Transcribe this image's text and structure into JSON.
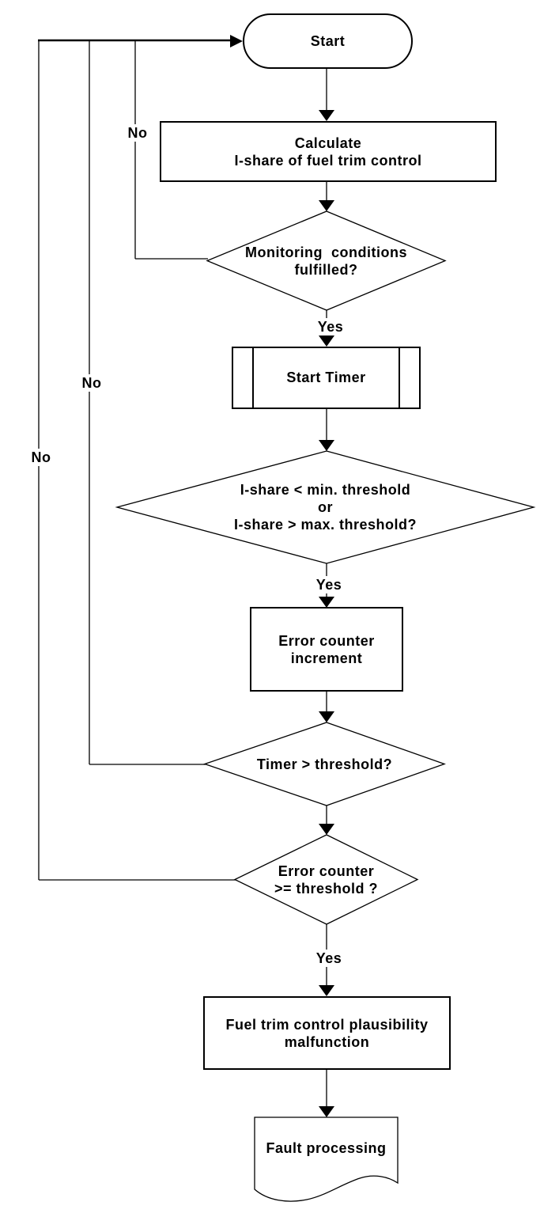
{
  "figure": {
    "type": "flowchart",
    "colors": {
      "line": "#000000",
      "background": "#ffffff",
      "text": "#000000"
    },
    "nodes": {
      "start": {
        "shape": "terminator",
        "label": "Start"
      },
      "calculate": {
        "shape": "process",
        "line1": "Calculate",
        "line2": "I-share of fuel trim control"
      },
      "monitoring_conditions": {
        "shape": "decision",
        "line1": "Monitoring  conditions",
        "line2": "fulfilled?"
      },
      "start_timer": {
        "shape": "predefined-process",
        "label": "Start Timer"
      },
      "ishare_threshold": {
        "shape": "decision",
        "line1": "I-share < min. threshold",
        "line2": "or",
        "line3": "I-share > max. threshold?"
      },
      "error_counter_increment": {
        "shape": "process",
        "line1": "Error counter",
        "line2": "increment"
      },
      "timer_threshold": {
        "shape": "decision",
        "label": "Timer > threshold?"
      },
      "error_counter_threshold": {
        "shape": "decision",
        "line1": "Error counter",
        "line2": ">= threshold ?"
      },
      "malfunction": {
        "shape": "process",
        "line1": "Fuel trim control plausibility",
        "line2": "malfunction"
      },
      "fault_processing": {
        "shape": "document",
        "label": "Fault processing"
      }
    },
    "edge_labels": {
      "monitoring_yes": "Yes",
      "monitoring_no": "No",
      "ishare_yes": "Yes",
      "timer_no": "No",
      "error_counter_no": "No",
      "error_counter_yes": "Yes"
    }
  }
}
